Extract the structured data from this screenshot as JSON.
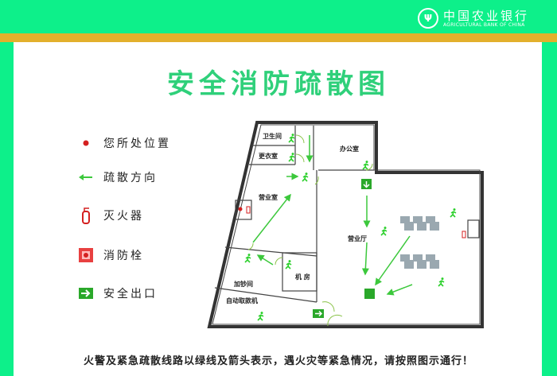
{
  "header": {
    "bank_name_cn": "中国农业银行",
    "bank_name_en": "AGRICULTURAL BANK OF CHINA"
  },
  "title": "安全消防疏散图",
  "legend": [
    {
      "icon": "location-dot-icon",
      "label": "您所处位置"
    },
    {
      "icon": "evacuation-arrow-icon",
      "label": "疏散方向"
    },
    {
      "icon": "fire-extinguisher-icon",
      "label": "灭火器"
    },
    {
      "icon": "fire-hydrant-icon",
      "label": "消防栓"
    },
    {
      "icon": "exit-sign-icon",
      "label": "安全出口"
    }
  ],
  "rooms": {
    "restroom": "卫生间",
    "locker": "更衣室",
    "office": "办公室",
    "business_room": "营业室",
    "hall": "营业厅",
    "cash_room": "加钞间",
    "machine_room": "机 房",
    "atm": "自动取款机"
  },
  "footer": "火警及紧急疏散线路以绿线及箭头表示，遇火灾等紧急情况，请按照图示通行！",
  "colors": {
    "green": "#0df08a",
    "accent": "#2fd07a",
    "orange": "#e3b02c",
    "route": "#3cc83c"
  }
}
